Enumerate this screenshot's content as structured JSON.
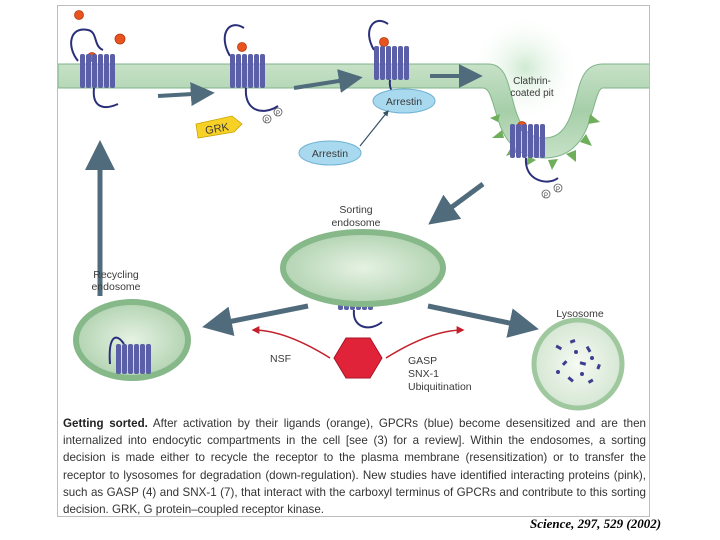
{
  "labels": {
    "grk": "GRK",
    "arrestin_bound": "Arrestin",
    "arrestin_free": "Arrestin",
    "clathrin_line1": "Clathrin-",
    "clathrin_line2": "coated pit",
    "sorting_line1": "Sorting",
    "sorting_line2": "endosome",
    "recycling_line1": "Recycling",
    "recycling_line2": "endosome",
    "lysosome": "Lysosome",
    "nsf": "NSF",
    "gasp": "GASP",
    "snx1": "SNX-1",
    "ubiquitination": "Ubiquitination",
    "phospho": "P"
  },
  "caption": {
    "lead": "Getting sorted.",
    "body": "After activation by their ligands (orange), GPCRs (blue) become desensitized and are then internalized into endocytic compartments in the cell [see (3) for a review]. Within the endosomes, a sorting decision is made either to recycle the receptor to the plasma membrane (resensitization) or to transfer the receptor to lysosomes for degradation (down-regulation). New studies have identified interacting proteins (pink), such as GASP (4) and SNX-1 (7), that interact with the carboxyl terminus of GPCRs and contribute to this sorting decision. GRK, G protein–coupled receptor kinase."
  },
  "citation": "Science, 297, 529 (2002)",
  "colors": {
    "membrane": "#7fb48a",
    "receptor": "#5a5fa8",
    "ligand": "#e8531f",
    "interactor": "#e1233a",
    "arrestin": "#a9d9ef",
    "grk": "#f7d126",
    "arrow": "#3a5262",
    "red_arrow": "#c4202c"
  }
}
